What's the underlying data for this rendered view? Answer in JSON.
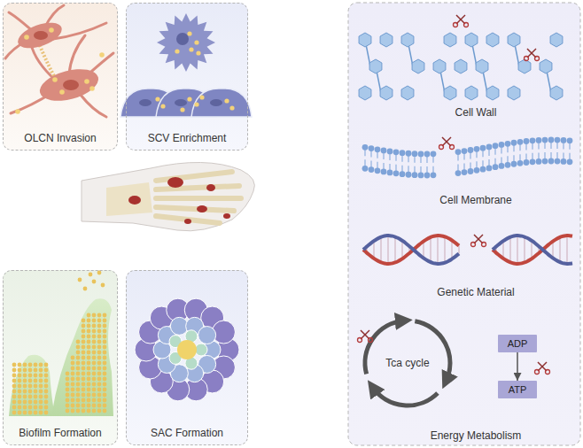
{
  "diagram": {
    "nodes": [
      {
        "text": [
          "OLCN Invasion"
        ]
      },
      {
        "text": [
          "SCV Enrichment"
        ]
      },
      {
        "text": [
          "Biofilm Formation"
        ]
      },
      {
        "text": [
          "SAC Formation"
        ]
      },
      {
        "text": [
          "ADP"
        ]
      },
      {
        "text": [
          "ATP"
        ]
      }
    ],
    "edges": [
      {
        "from": 4,
        "to": 5,
        "arrow": "to"
      }
    ],
    "labels": [
      "Cell Wall",
      "Cell Membrane",
      "Genetic Material",
      "Tca cycle",
      "Energy Metabolism"
    ]
  }
}
